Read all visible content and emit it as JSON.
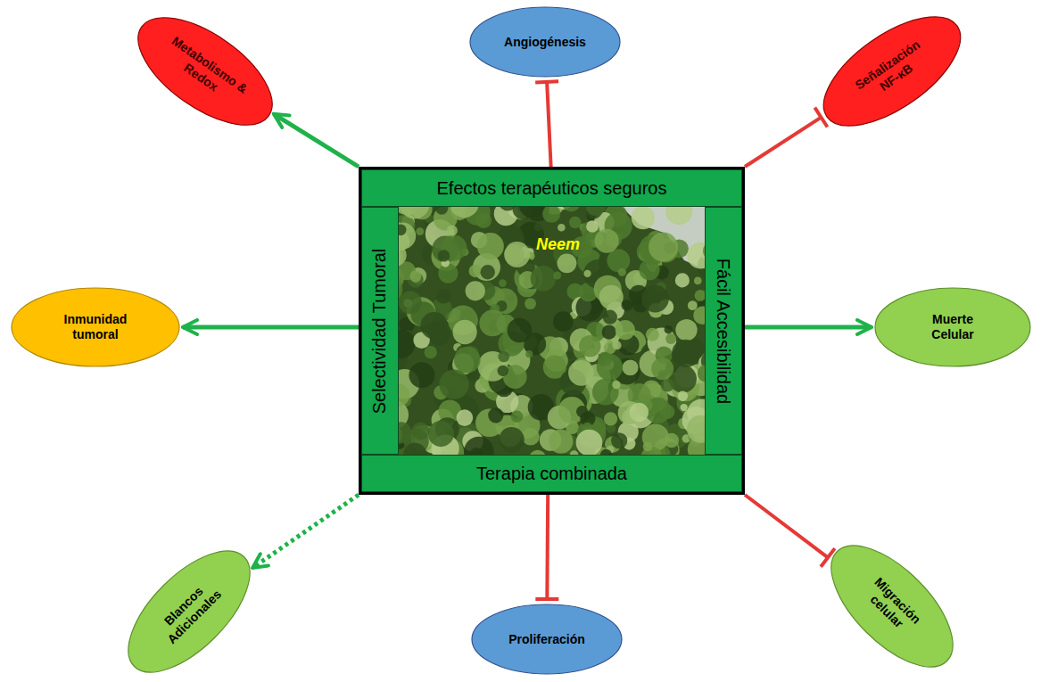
{
  "diagram": {
    "nodes": [
      {
        "text": [
          "Neem"
        ]
      },
      {
        "text": [
          "Efectos terapéuticos seguros"
        ],
        "in": 0
      },
      {
        "text": [
          "Selectividad Tumoral"
        ],
        "in": 0
      },
      {
        "text": [
          "Fácil Accesibilidad"
        ],
        "in": 0
      },
      {
        "text": [
          "Terapia combinada"
        ],
        "in": 0
      },
      {
        "text": [
          "Metabolismo & Redox"
        ]
      },
      {
        "text": [
          "Angiogénesis"
        ]
      },
      {
        "text": [
          "Señalización NF-κB"
        ]
      },
      {
        "text": [
          "Inmunidad tumoral"
        ]
      },
      {
        "text": [
          "Muerte Celular"
        ]
      },
      {
        "text": [
          "Blancos Adicionales"
        ]
      },
      {
        "text": [
          "Proliferación"
        ]
      },
      {
        "text": [
          "Migración celular"
        ]
      }
    ],
    "edges": [
      {
        "from": 0,
        "to": 5,
        "arrow": "to"
      },
      {
        "from": 0,
        "to": 6,
        "arrow": "to"
      },
      {
        "from": 0,
        "to": 7,
        "arrow": "to"
      },
      {
        "from": 0,
        "to": 8,
        "arrow": "to"
      },
      {
        "from": 0,
        "to": 9,
        "arrow": "to"
      },
      {
        "from": 0,
        "to": 10,
        "arrow": "to"
      },
      {
        "from": 0,
        "to": 11,
        "arrow": "to"
      },
      {
        "from": 0,
        "to": 12,
        "arrow": "to"
      }
    ]
  }
}
